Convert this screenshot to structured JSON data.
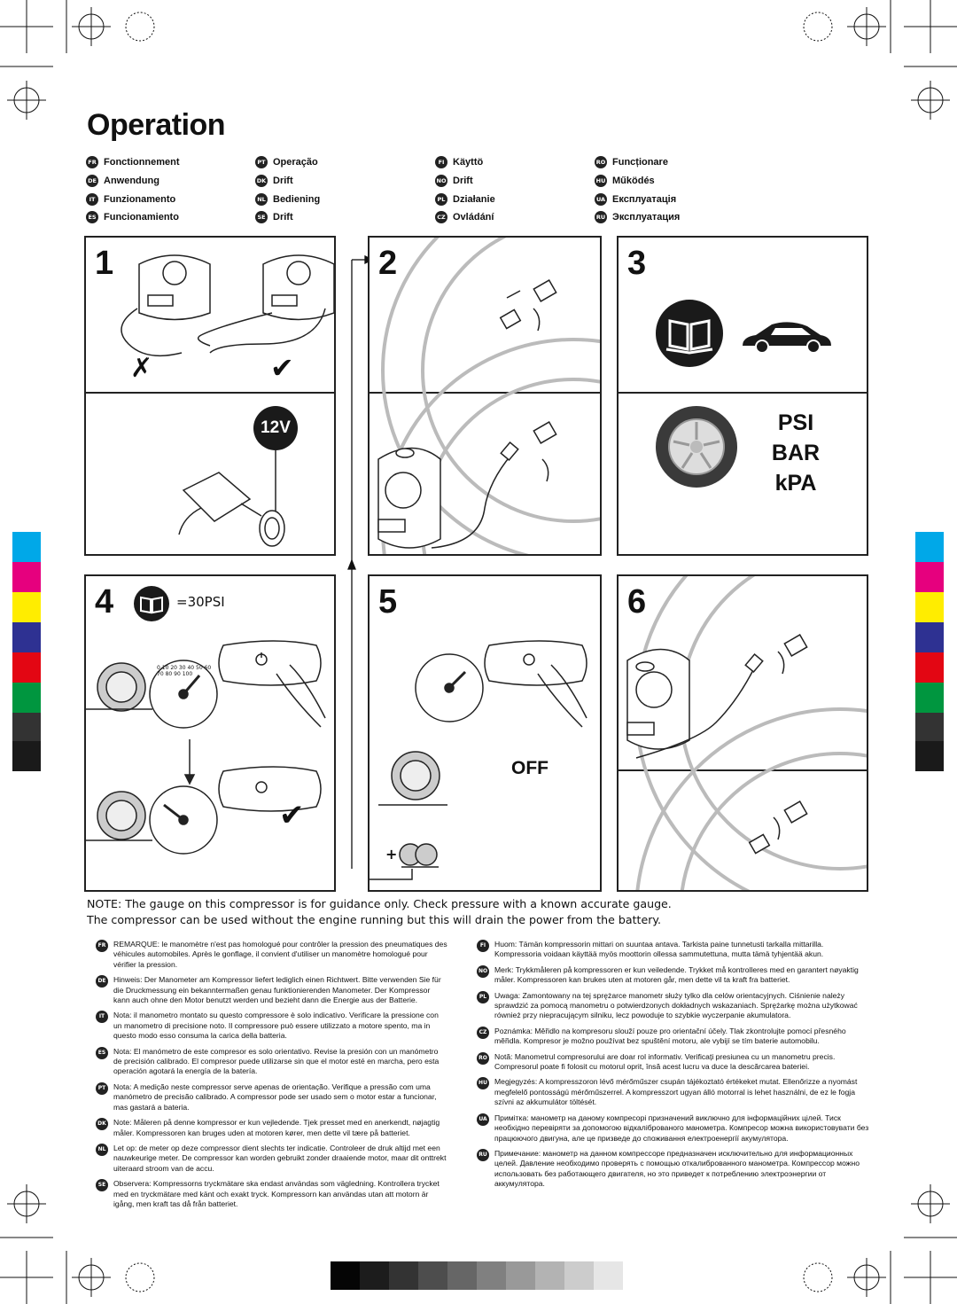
{
  "title": "Operation",
  "languages": [
    {
      "code": "FR",
      "label": "Fonctionnement"
    },
    {
      "code": "DE",
      "label": "Anwendung"
    },
    {
      "code": "IT",
      "label": "Funzionamento"
    },
    {
      "code": "ES",
      "label": "Funcionamiento"
    },
    {
      "code": "PT",
      "label": "Operação"
    },
    {
      "code": "DK",
      "label": "Drift"
    },
    {
      "code": "NL",
      "label": "Bediening"
    },
    {
      "code": "SE",
      "label": "Drift"
    },
    {
      "code": "FI",
      "label": "Käyttö"
    },
    {
      "code": "NO",
      "label": "Drift"
    },
    {
      "code": "PL",
      "label": "Działanie"
    },
    {
      "code": "CZ",
      "label": "Ovládání"
    },
    {
      "code": "RO",
      "label": "Funcționare"
    },
    {
      "code": "HU",
      "label": "Működés"
    },
    {
      "code": "UA",
      "label": "Експлуатація"
    },
    {
      "code": "RU",
      "label": "Эксплуатация"
    }
  ],
  "steps": {
    "s1": "1",
    "s2": "2",
    "s3": "3",
    "s4": "4",
    "s5": "5",
    "s6": "6",
    "cross": "✗",
    "check": "✔",
    "volt": "12V",
    "units": {
      "psi": "PSI",
      "bar": "BAR",
      "kpa": "kPA"
    },
    "target": "=30PSI",
    "off": "OFF",
    "plus": "+"
  },
  "gauge_ticks": [
    "0",
    "10",
    "20",
    "30",
    "40",
    "50",
    "60",
    "70",
    "80",
    "90",
    "100"
  ],
  "note_en_1": "NOTE: The gauge on this compressor is for guidance only. Check pressure with a known accurate gauge.",
  "note_en_2": "The compressor can be used without the engine running but this will drain the power from the battery.",
  "notes_left": [
    {
      "code": "FR",
      "text": "REMARQUE: le manomètre n'est pas homologué pour contrôler la pression des pneumatiques des véhicules automobiles. Après le gonflage, il convient d'utiliser un manomètre homologué pour vérifier la pression."
    },
    {
      "code": "DE",
      "text": "Hinweis: Der Manometer am Kompressor liefert lediglich einen Richtwert. Bitte verwenden Sie für die Druckmessung ein bekanntermaßen genau funktionierenden Manometer. Der Kompressor kann auch ohne den Motor benutzt werden und bezieht dann die Energie aus der Batterie."
    },
    {
      "code": "IT",
      "text": "Nota: il manometro montato su questo compressore è solo indicativo. Verificare la pressione con un manometro di precisione noto. Il compressore può essere utilizzato a motore spento, ma in questo modo esso consuma la carica della batteria."
    },
    {
      "code": "ES",
      "text": "Nota: El manómetro de este compresor es solo orientativo. Revise la presión con un manómetro de precisión calibrado. El compresor puede utilizarse sin que el motor esté en marcha, pero esta operación agotará la energía de la batería."
    },
    {
      "code": "PT",
      "text": "Nota: A medição neste compressor serve apenas de orientação. Verifique a pressão com uma manómetro de precisão calibrado. A compressor pode ser usado sem o motor estar a funcionar, mas gastará a bateria."
    },
    {
      "code": "DK",
      "text": "Note: Måleren på denne kompressor er kun vejledende. Tjek presset med en anerkendt, nøjagtig måler. Kompressoren kan bruges uden at motoren kører, men dette vil tære på batteriet."
    },
    {
      "code": "NL",
      "text": "Let op: de meter op deze compressor dient slechts ter indicatie. Controleer de druk altijd met een nauwkeurige meter. De compressor kan worden gebruikt zonder draaiende motor, maar dit onttrekt uiteraard stroom van de accu."
    },
    {
      "code": "SE",
      "text": "Observera: Kompressorns tryckmätare ska endast användas som vägledning. Kontrollera trycket med en tryckmätare med känt och exakt tryck. Kompressorn kan användas utan att motorn är igång, men kraft tas då från batteriet."
    }
  ],
  "notes_right": [
    {
      "code": "FI",
      "text": "Huom: Tämän kompressorin mittari on suuntaa antava. Tarkista paine tunnetusti tarkalla mittarilla. Kompressoria voidaan käyttää myös moottorin ollessa sammutettuna, mutta tämä tyhjentää akun."
    },
    {
      "code": "NO",
      "text": "Merk: Trykkmåleren på kompressoren er kun veiledende. Trykket må kontrolleres med en garantert nøyaktig måler. Kompressoren kan brukes uten at motoren går, men dette vil ta kraft fra batteriet."
    },
    {
      "code": "PL",
      "text": "Uwaga: Zamontowany na tej sprężarce manometr służy tylko dla celów orientacyjnych. Ciśnienie należy sprawdzić za pomocą manometru o potwierdzonych dokładnych wskazaniach. Sprężarkę można użytkować również przy niepracującym silniku, lecz powoduje to szybkie wyczerpanie akumulatora."
    },
    {
      "code": "CZ",
      "text": "Poznámka: Měřidlo na kompresoru slouží pouze pro orientační účely. Tlak zkontrolujte pomocí přesného měřidla. Kompresor je možno používat bez spuštění motoru, ale vybijí se tím baterie automobilu."
    },
    {
      "code": "RO",
      "text": "Notă: Manometrul compresorului are doar rol informativ. Verificați presiunea cu un manometru precis. Compresorul poate fi folosit cu motorul oprit, însă acest lucru va duce la descărcarea bateriei."
    },
    {
      "code": "HU",
      "text": "Megjegyzés: A kompresszoron lévő mérőműszer csupán tájékoztató értékeket mutat. Ellenőrizze a nyomást megfelelő pontosságú mérőműszerrel. A kompresszort ugyan álló motorral is lehet használni, de ez le fogja szívni az akkumulátor töltését."
    },
    {
      "code": "UA",
      "text": "Примітка: манометр на даному компресорі призначений виключно для інформаційних цілей. Тиск необхідно перевіряти за допомогою відкаліброваного манометра. Компресор можна використовувати без працюючого двигуна, але це призведе до споживання електроенергії акумулятора."
    },
    {
      "code": "RU",
      "text": "Примечание: манометр на данном компрессоре предназначен исключительно для информационных целей. Давление необходимо проверять с помощью откалиброванного манометра. Компрессор можно использовать без работающего двигателя, но это приведет к потреблению электроэнергии от аккумулятора."
    }
  ],
  "colors": {
    "ink": "#1a1a1a",
    "cyan": "#00a8e8",
    "magenta": "#e6007e",
    "yellow": "#ffed00",
    "blue": "#2e3192",
    "red": "#e30613",
    "green": "#00963f",
    "dark1": "#333333",
    "dark2": "#1a1a1a"
  }
}
